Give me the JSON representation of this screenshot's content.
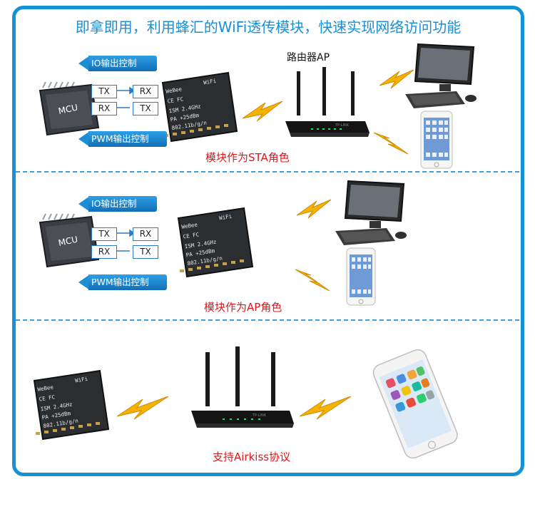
{
  "title": "即拿即用，利用蜂汇的WiFi透传模块，快速实现网络访问功能",
  "colors": {
    "accent": "#1592d6",
    "caption": "#e0161a",
    "bolt": "#f3b300"
  },
  "chip": {
    "brand": "WeBee",
    "wifi_badge": "WiFi",
    "ce": "CE FC",
    "line1": "ISM 2.4GHz",
    "line2": "PA +25dBm",
    "line3": "802.11b/g/n"
  },
  "mcu_label": "MCU",
  "router_brand": "TP-LINK",
  "panels": [
    {
      "io_label": "IO输出控制",
      "pwm_label": "PWM输出控制",
      "tx1": "TX",
      "rx1": "RX",
      "rx2": "RX",
      "tx2": "TX",
      "router_label": "路由器AP",
      "caption": "模块作为STA角色"
    },
    {
      "io_label": "IO输出控制",
      "pwm_label": "PWM输出控制",
      "tx1": "TX",
      "rx1": "RX",
      "rx2": "RX",
      "tx2": "TX",
      "caption": "模块作为AP角色"
    },
    {
      "caption": "支持Airkiss协议"
    }
  ]
}
